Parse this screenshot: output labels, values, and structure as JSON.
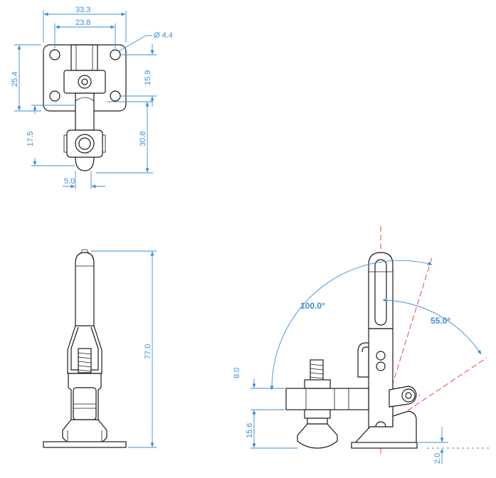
{
  "top_view": {
    "dims": {
      "overall_width": "33.3",
      "hole_spacing": "23.8",
      "hole_diameter": "Ø 4.4",
      "base_height": "25.4",
      "hole_vertical_spacing": "15.9",
      "bottom_offset": "17.5",
      "spindle_offset": "30.8",
      "spindle_width": "5.0"
    }
  },
  "side_view": {
    "dims": {
      "overall_height": "77.0"
    }
  },
  "front_view": {
    "dims": {
      "open_angle": "100.0°",
      "handle_angle": "55.0°",
      "arm_thickness": "8.0",
      "arm_height": "15.6",
      "base_thickness": "2.0"
    }
  },
  "colors": {
    "outline": "#1a1a1a",
    "dimension": "#3a8fd6",
    "centerline": "#e03a2f",
    "background": "#ffffff"
  }
}
